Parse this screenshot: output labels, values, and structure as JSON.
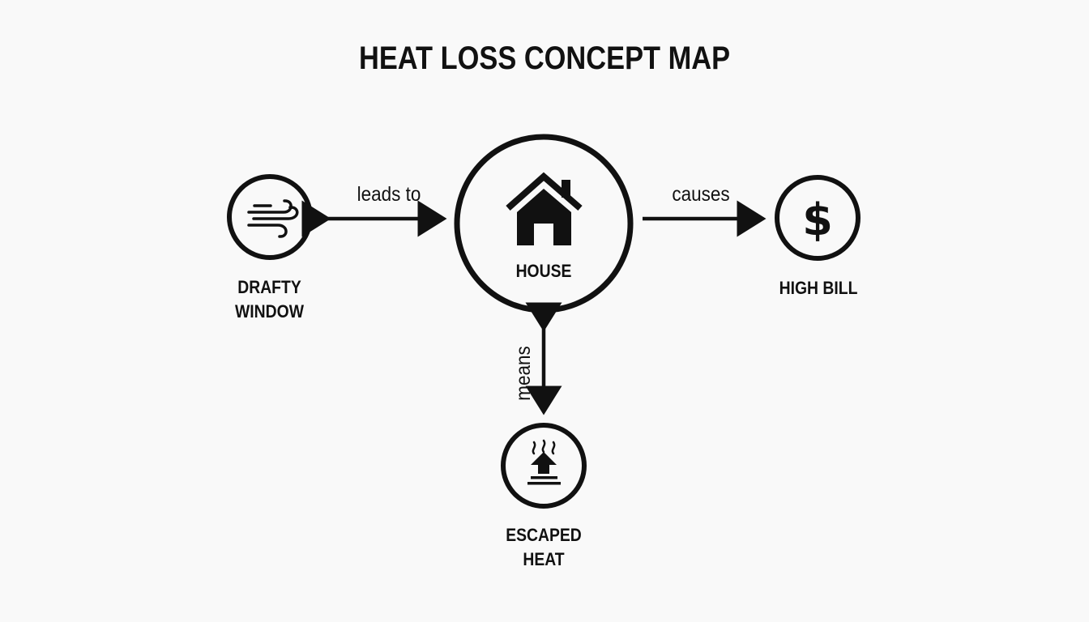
{
  "title": "HEAT LOSS CONCEPT MAP",
  "nodes": {
    "house": {
      "label": "HOUSE",
      "icon": "house-icon"
    },
    "drafty_window": {
      "label_line1": "DRAFTY",
      "label_line2": "WINDOW",
      "icon": "wind-icon"
    },
    "high_bill": {
      "label": "HIGH BILL",
      "icon": "dollar-icon"
    },
    "escaped_heat": {
      "label": "ESCAPED HEAT",
      "icon": "rising-heat-icon"
    }
  },
  "edges": {
    "window_house": {
      "label": "leads to",
      "direction": "both"
    },
    "house_bill": {
      "label": "causes",
      "direction": "forward"
    },
    "house_heat": {
      "label": "means",
      "direction": "both"
    }
  },
  "colors": {
    "stroke": "#111111",
    "background": "#f9f9f9"
  }
}
